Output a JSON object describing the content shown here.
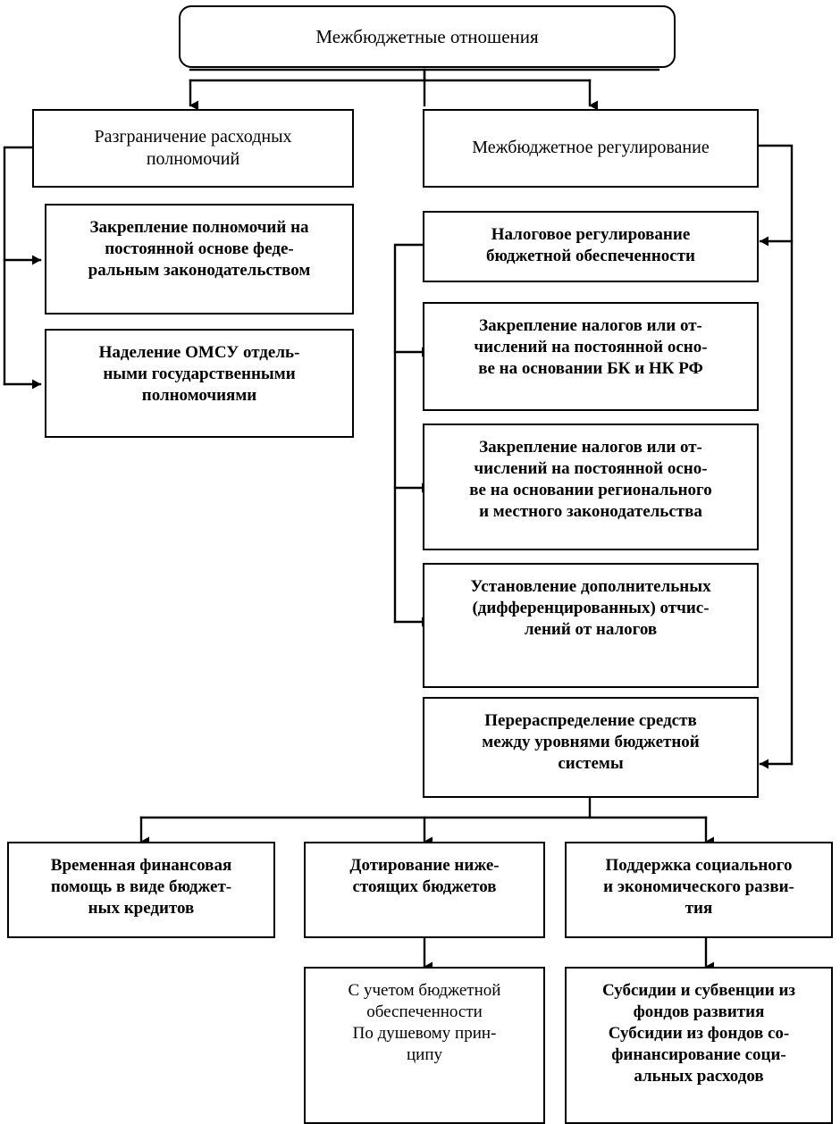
{
  "diagram": {
    "title_box": {
      "id": "mezhbyudzhetnye-otnosheniya",
      "text": "Межбюджетные отношения"
    },
    "level2": [
      {
        "id": "razgranichenie-raskhodnykh-polnomochiy",
        "text": "Разграничение расходных\nполномочий"
      },
      {
        "id": "mezhbyudzhetnoe-regulirovanie",
        "text": "Межбюджетное регулирование"
      }
    ],
    "left_branch": [
      {
        "id": "zakreplenie-polnomochiy",
        "text": "Закрепление полномочий на\nпостоянной основе феде-\nральным законодательством"
      },
      {
        "id": "nadelenie-omsu",
        "text": "Наделение ОМСУ отдель-\nными государственными\nполномочиями"
      }
    ],
    "right_branch": [
      {
        "id": "nalogovoe-regulirovanie",
        "text": "Налоговое регулирование\nбюджетной обеспеченности"
      },
      {
        "id": "zakreplenie-nalogov-bk-nk",
        "text": "Закрепление налогов или от-\nчислений на постоянной осно-\nве на основании БК и НК РФ"
      },
      {
        "id": "zakreplenie-nalogov-regionalnoe",
        "text": "Закрепление налогов или от-\nчислений на постоянной осно-\nве на основании регионального\nи местного законодательства"
      },
      {
        "id": "ustanovlenie-dopolnitelnykh-otchisleniy",
        "text": "Установление дополнительных\n(дифференцированных) отчис-\nлений от налогов"
      },
      {
        "id": "pereraspredelenie-sredstv",
        "text": "Перераспределение средств\nмежду уровнями бюджетной\nсистемы"
      }
    ],
    "bottom_row": [
      {
        "id": "vremennaya-finansovaya-pomoshch",
        "text": "Временная финансовая\nпомощь в виде бюджет-\nных кредитов"
      },
      {
        "id": "dotirovanie-nizhestoyashchikh-byudzhetov",
        "text": "Дотирование ниже-\nстоящих бюджетов"
      },
      {
        "id": "podderzhka-socialnogo-razvitiya",
        "text": "Поддержка социального\nи экономического разви-\nтия"
      }
    ],
    "bottom_row2": [
      {
        "id": "s-uchetom-byudzhetnoy-obespechennosti",
        "text": "С учетом бюджетной\nобеспеченности\nПо душевому прин-\nципу"
      },
      {
        "id": "subsidii-i-subvencii",
        "text": "Субсидии и субвенции из\nфондов развития\nСубсидии из фондов со-\nфинансирование соци-\nальных расходов"
      }
    ],
    "colors": {
      "stroke": "#000000",
      "fill": "#ffffff",
      "text": "#000000"
    }
  }
}
